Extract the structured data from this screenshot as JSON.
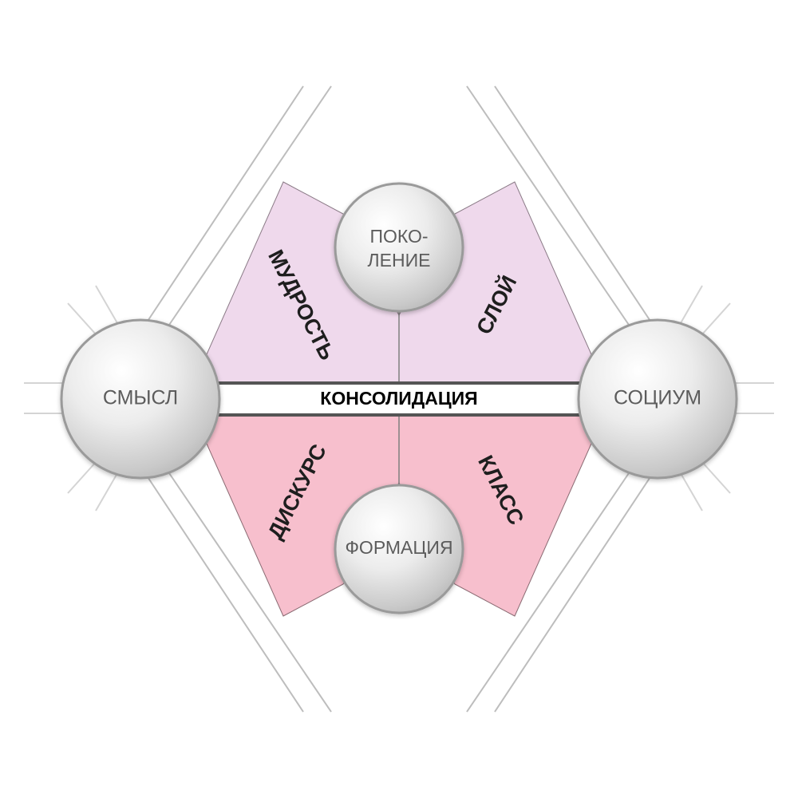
{
  "center_band": {
    "label": "КОНСОЛИДАЦИЯ"
  },
  "nodes": {
    "left": "СМЫСЛ",
    "right": "СОЦИУМ",
    "top_line1": "ПОКО-",
    "top_line2": "ЛЕНИЕ",
    "bottom": "ФОРМАЦИЯ"
  },
  "sectors": {
    "top_left": "МУДРОСТЬ",
    "top_right": "СЛОЙ",
    "bottom_left": "ДИСКУРС",
    "bottom_right": "КЛАСС"
  },
  "colors": {
    "top_sector_fill": "#efd9ec",
    "bottom_sector_fill": "#f7bfcd",
    "band_border": "#555555",
    "frame_line": "#bdbdbd"
  }
}
